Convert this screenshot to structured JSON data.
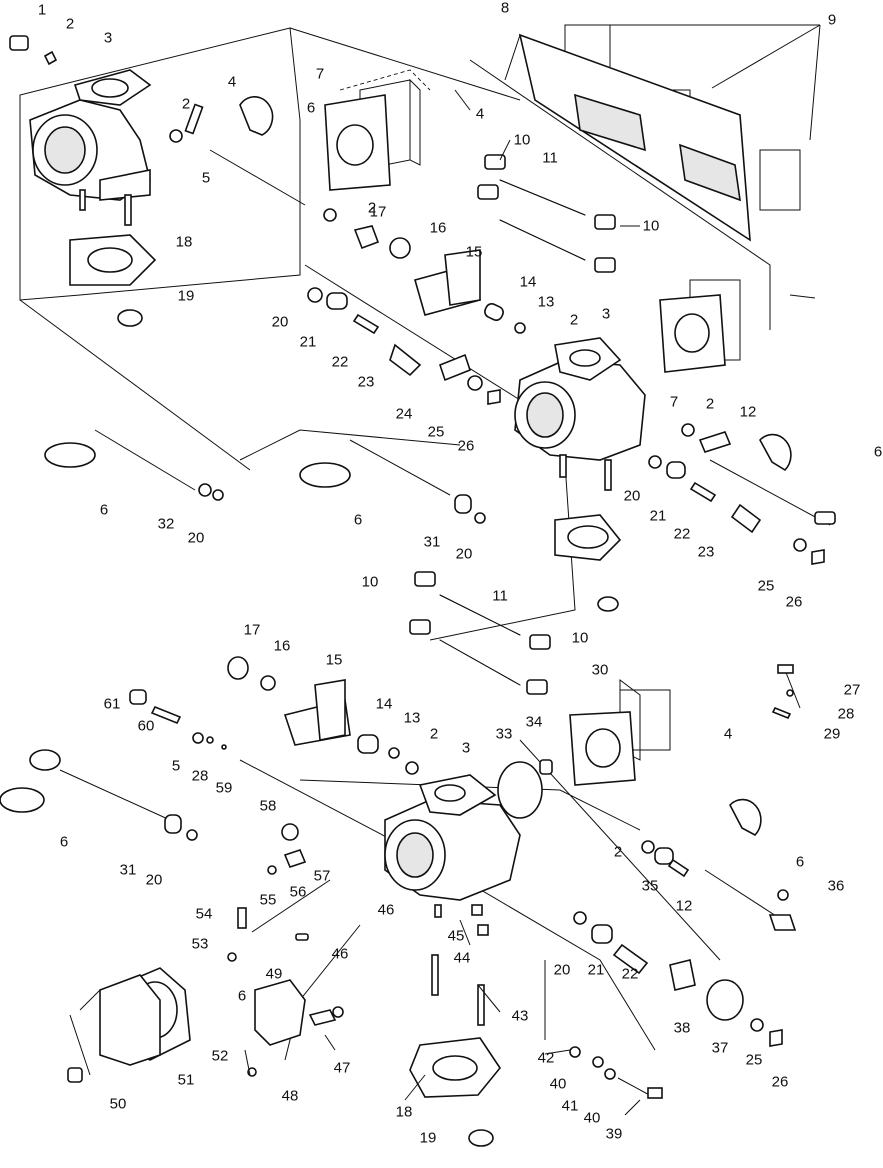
{
  "diagram": {
    "type": "exploded-parts",
    "callouts": [
      "1",
      "2",
      "3",
      "4",
      "2",
      "6",
      "7",
      "8",
      "9",
      "10",
      "11",
      "10",
      "4",
      "5",
      "2",
      "17",
      "16",
      "15",
      "14",
      "13",
      "2",
      "3",
      "18",
      "19",
      "20",
      "21",
      "22",
      "23",
      "24",
      "25",
      "26",
      "7",
      "2",
      "12",
      "6",
      "20",
      "21",
      "22",
      "23",
      "25",
      "26",
      "6",
      "32",
      "20",
      "6",
      "31",
      "20",
      "10",
      "11",
      "10",
      "17",
      "16",
      "15",
      "14",
      "13",
      "2",
      "3",
      "33",
      "34",
      "30",
      "4",
      "27",
      "28",
      "29",
      "61",
      "60",
      "5",
      "28",
      "59",
      "6",
      "31",
      "20",
      "58",
      "57",
      "56",
      "55",
      "54",
      "53",
      "46",
      "46",
      "45",
      "44",
      "43",
      "6",
      "2",
      "35",
      "12",
      "6",
      "36",
      "20",
      "21",
      "22",
      "38",
      "37",
      "25",
      "26",
      "49",
      "47",
      "48",
      "50",
      "51",
      "52",
      "18",
      "19",
      "42",
      "40",
      "41",
      "40",
      "39"
    ]
  }
}
